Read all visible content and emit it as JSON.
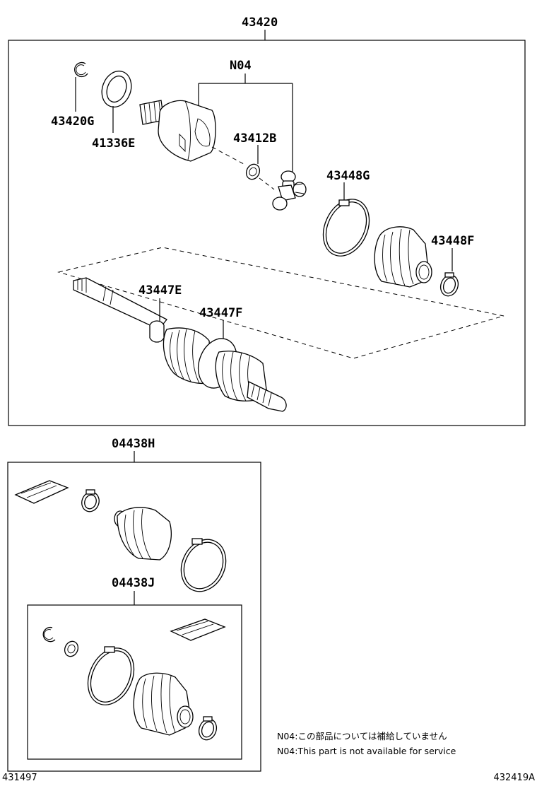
{
  "labels": {
    "assembly": "43420",
    "n04": "N04",
    "snap_ring": "43420G",
    "seal": "41336E",
    "circlip": "43412B",
    "boot_clamp_large": "43448G",
    "boot_clamp_small": "43448F",
    "boot_clamp_e": "43447E",
    "boot_clamp_f": "43447F",
    "boot_kit_h": "04438H",
    "boot_kit_j": "04438J"
  },
  "notes": {
    "n04_jp": "N04:この部品については補給していません",
    "n04_en": "N04:This part is not available for service"
  },
  "footer": {
    "left_code": "431497",
    "right_code": "432419A"
  }
}
